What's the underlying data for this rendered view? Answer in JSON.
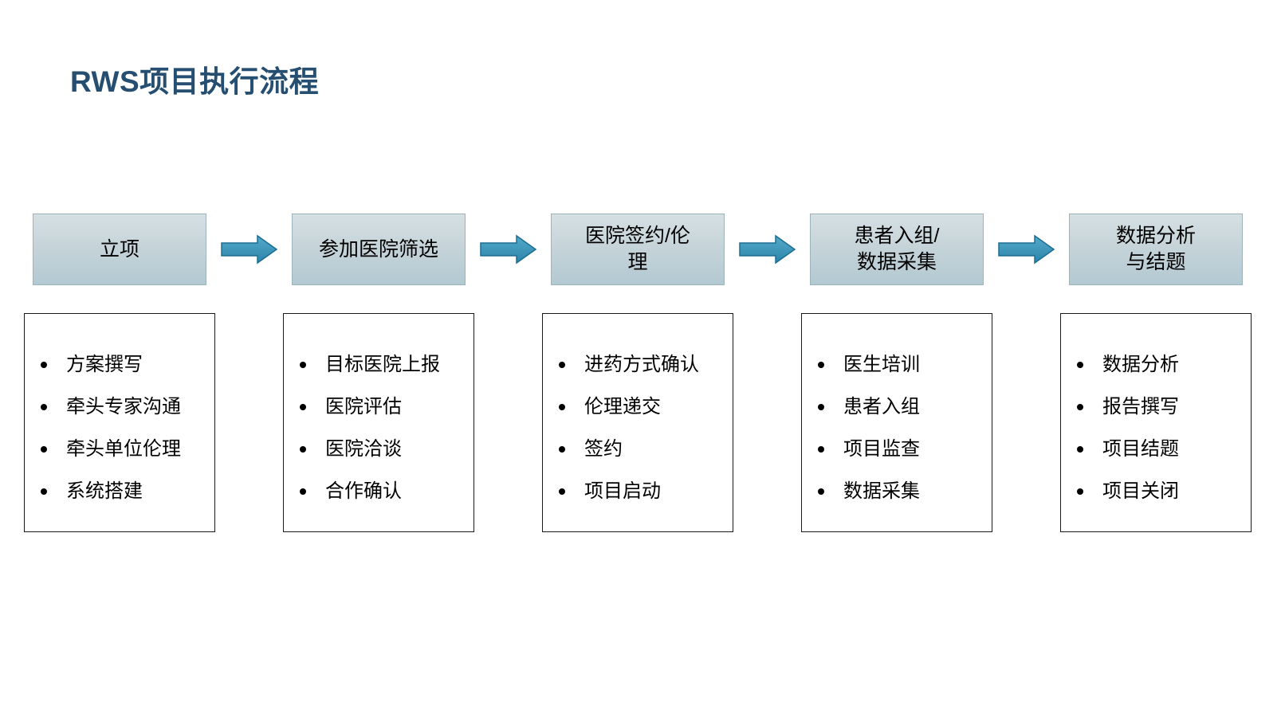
{
  "page": {
    "title": "RWS项目执行流程"
  },
  "colors": {
    "background": "#ffffff",
    "title_text": "#254e71",
    "stage_fill_top": "#d6e0e3",
    "stage_fill_bottom": "#b3c9d2",
    "stage_border": "#9db3bb",
    "arrow_fill_top": "#55aac9",
    "arrow_fill_bottom": "#2a84ab",
    "arrow_outline": "#1d6e92",
    "detail_border": "#1a1a1a",
    "body_text": "#000000"
  },
  "flow": {
    "stages": [
      {
        "label": "立项",
        "label_lines": [
          "立项"
        ],
        "details": [
          "方案撰写",
          "牵头专家沟通",
          "牵头单位伦理",
          "系统搭建"
        ]
      },
      {
        "label": "参加医院筛选",
        "label_lines": [
          "参加医院筛选"
        ],
        "details": [
          "目标医院上报",
          "医院评估",
          "医院洽谈",
          "合作确认"
        ]
      },
      {
        "label": "医院签约/伦理",
        "label_lines": [
          "医院签约/伦",
          "理"
        ],
        "details": [
          "进药方式确认",
          "伦理递交",
          "签约",
          "项目启动"
        ]
      },
      {
        "label": "患者入组/数据采集",
        "label_lines": [
          "患者入组/",
          "数据采集"
        ],
        "details": [
          "医生培训",
          "患者入组",
          "项目监查",
          "数据采集"
        ]
      },
      {
        "label": "数据分析与结题",
        "label_lines": [
          "数据分析",
          "与结题"
        ],
        "details": [
          "数据分析",
          "报告撰写",
          "项目结题",
          "项目关闭"
        ]
      }
    ],
    "connector": "arrow-right"
  }
}
